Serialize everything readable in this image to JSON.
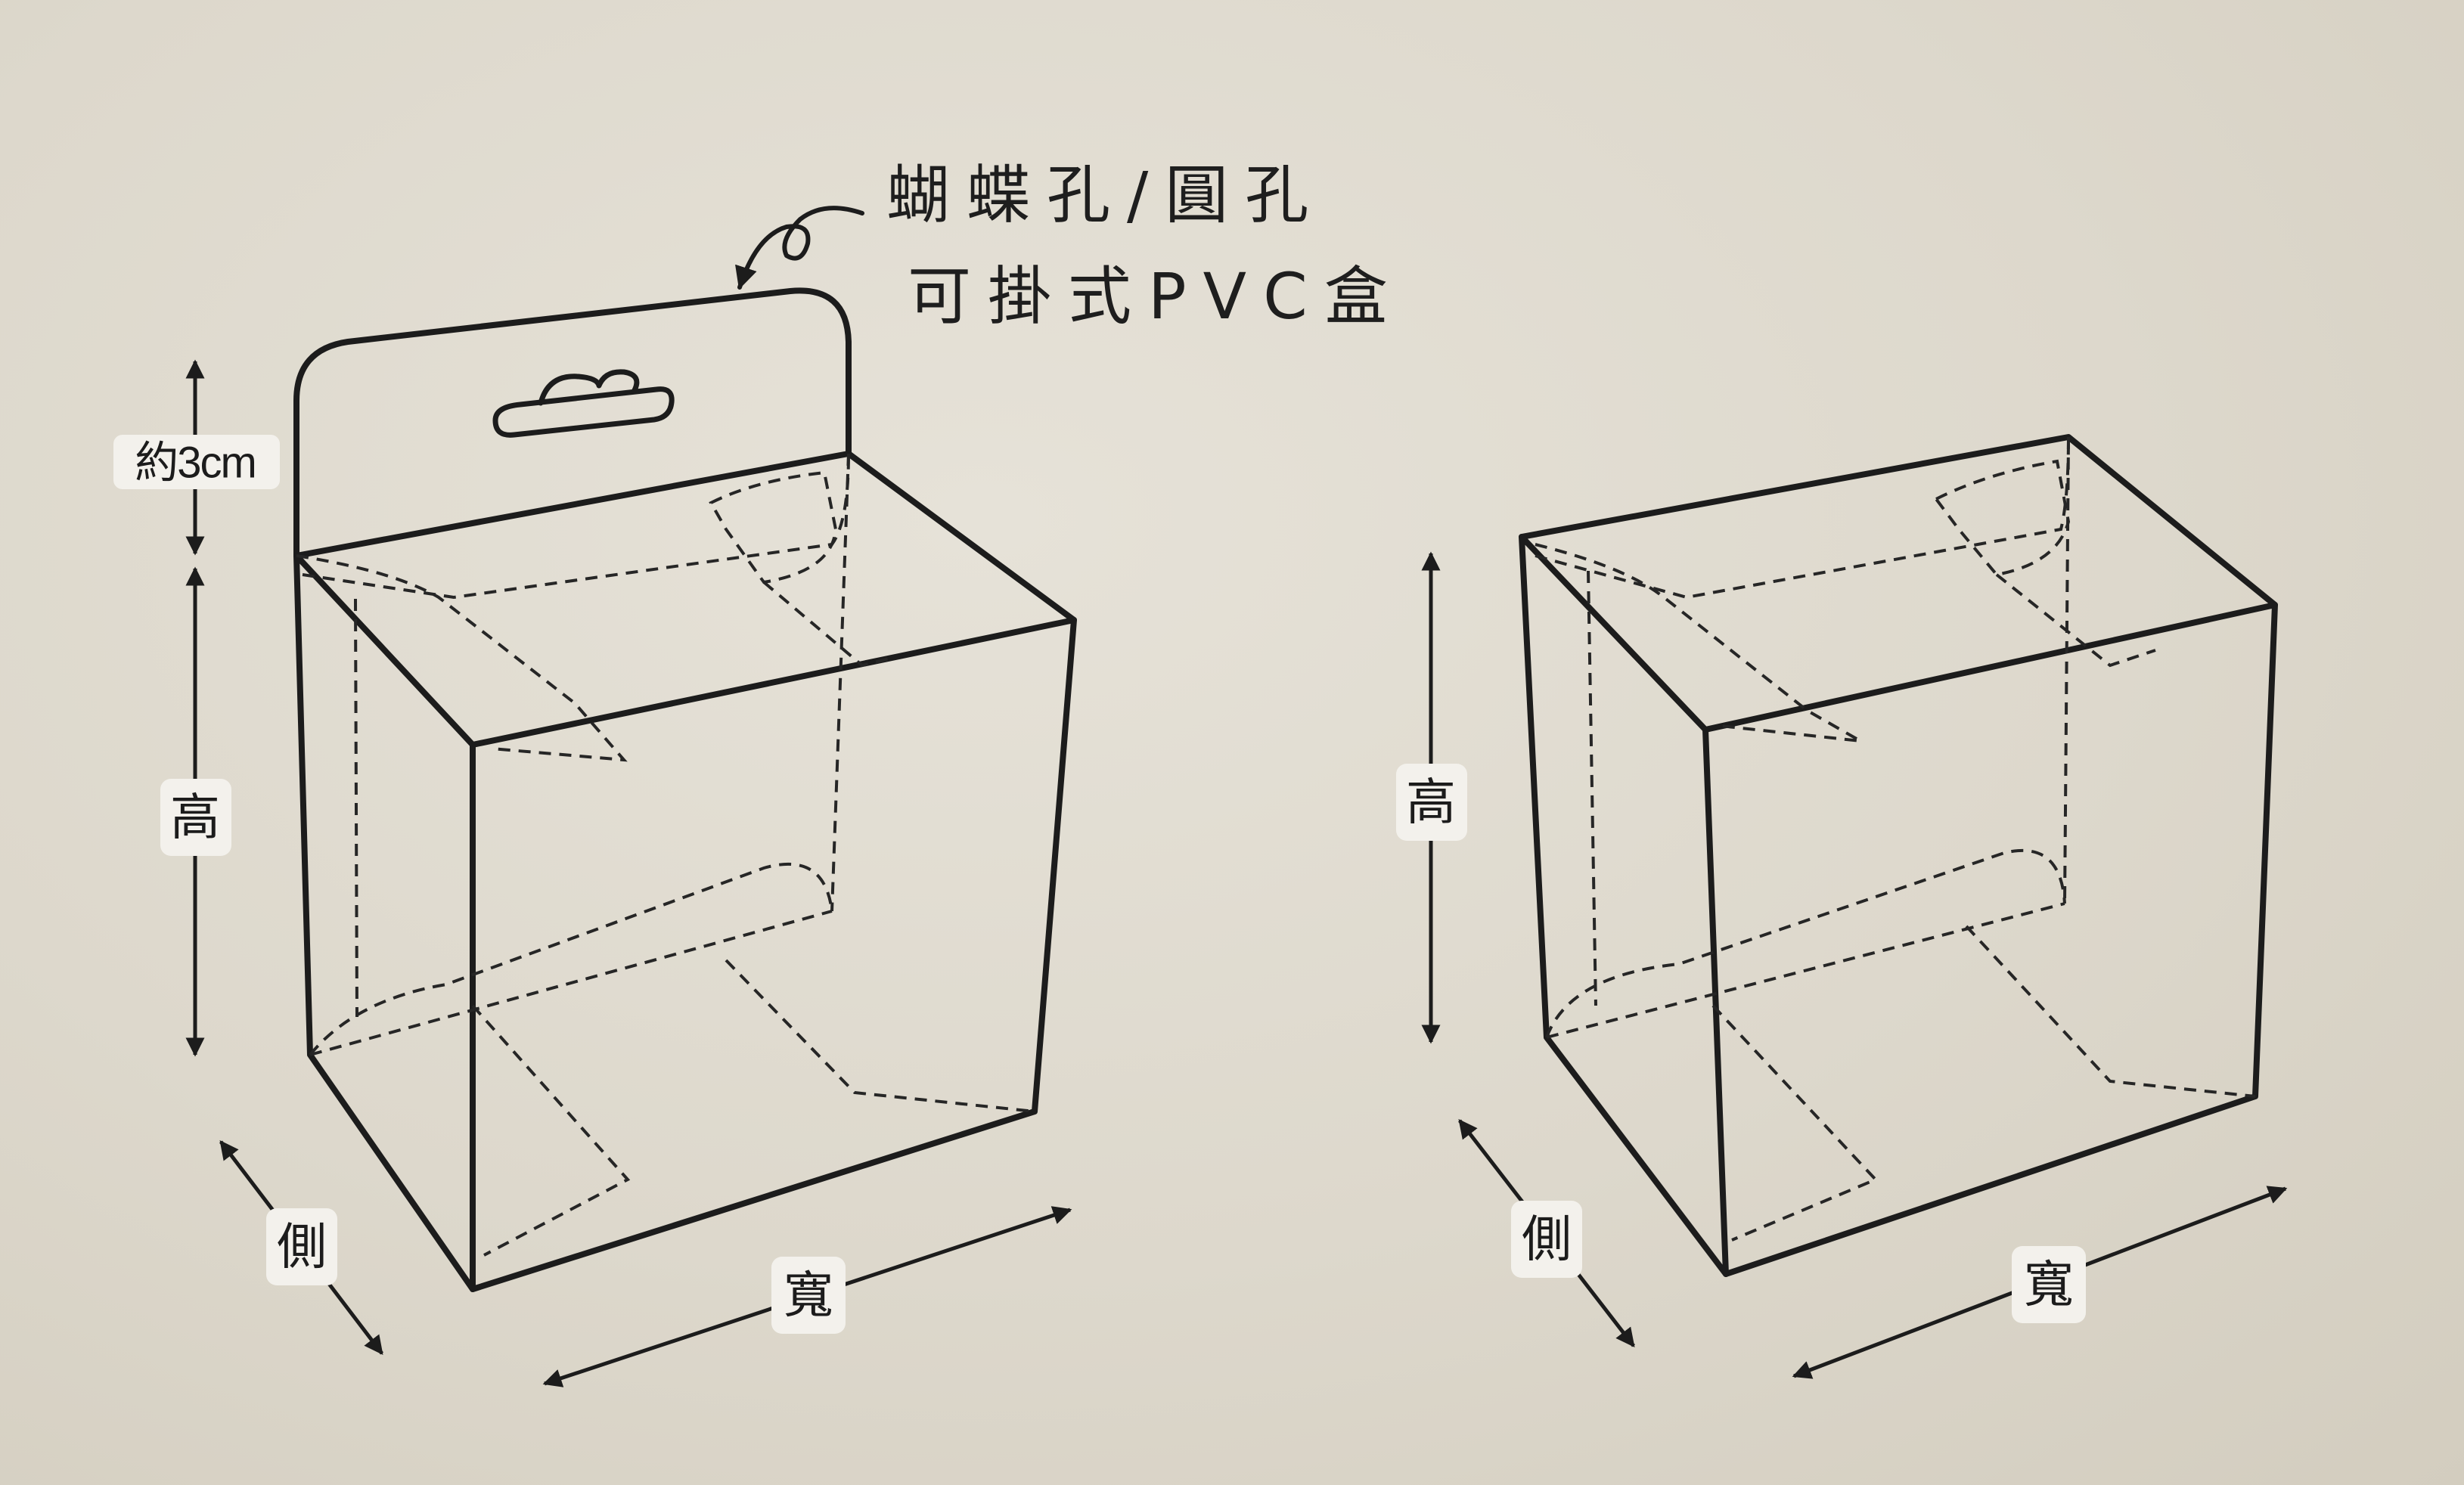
{
  "annotation": {
    "line1": "蝴蝶孔/圓孔",
    "line2": "可掛式PVC盒"
  },
  "left_box": {
    "tab_height_label": "約3cm",
    "height_label": "高",
    "depth_label": "側",
    "width_label": "寬"
  },
  "right_box": {
    "height_label": "高",
    "depth_label": "側",
    "width_label": "寬"
  }
}
